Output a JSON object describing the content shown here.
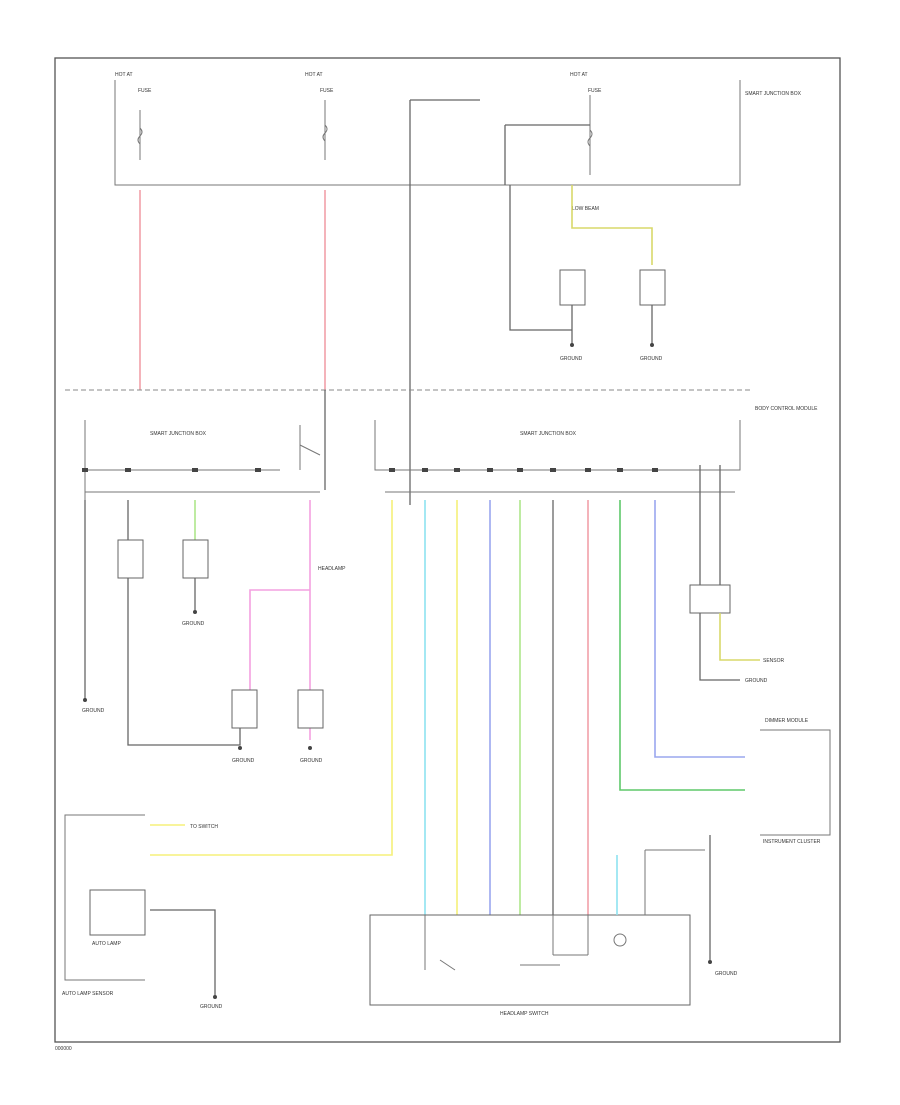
{
  "colors": {
    "red": "#f2a0a8",
    "yellow": "#f5f07a",
    "cyan": "#8ee3f0",
    "blue": "#9aa7ee",
    "green": "#5fc86a",
    "pink": "#f3a0e0",
    "lightgreen": "#aee68a",
    "olive": "#d8d86a",
    "gray": "#666666"
  },
  "labels": {
    "fuse1": "FUSE",
    "fuse2": "FUSE",
    "fuse3": "FUSE",
    "module_top": "SMART JUNCTION BOX",
    "module_mid": "SMART JUNCTION BOX",
    "module_mid2": "BODY CONTROL MODULE",
    "lamp_left": "LAMP",
    "lamp_right": "LAMP",
    "switch_main": "HEADLAMP SWITCH",
    "footer_code": "000000"
  }
}
